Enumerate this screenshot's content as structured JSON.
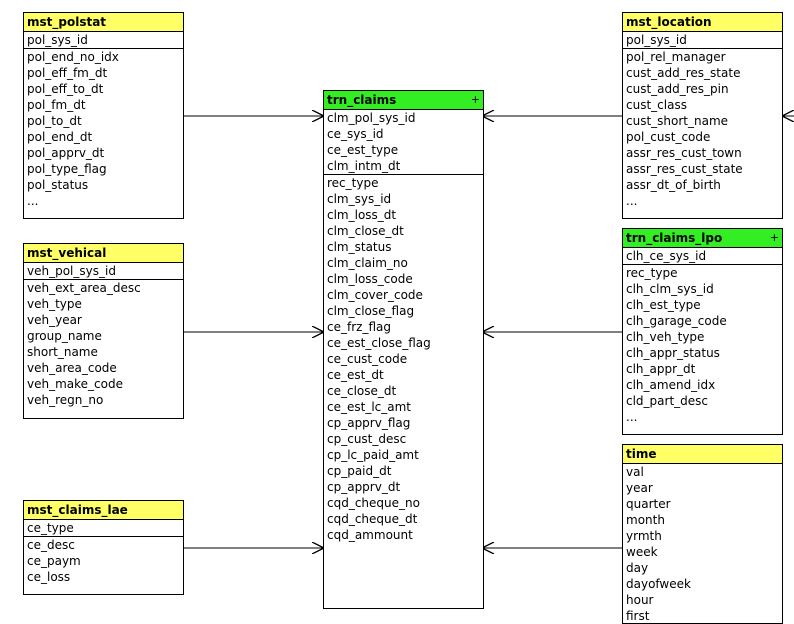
{
  "entities": {
    "mst_polstat": {
      "name": "mst_polstat",
      "keys": [
        "pol_sys_id"
      ],
      "attrs": [
        "pol_end_no_idx",
        "pol_eff_fm_dt",
        "pol_eff_to_dt",
        "pol_fm_dt",
        "pol_to_dt",
        "pol_end_dt",
        "pol_apprv_dt",
        "pol_type_flag",
        "pol_status",
        "..."
      ]
    },
    "mst_vehical": {
      "name": "mst_vehical",
      "keys": [
        "veh_pol_sys_id"
      ],
      "attrs": [
        "veh_ext_area_desc",
        "veh_type",
        "veh_year",
        "group_name",
        "short_name",
        "veh_area_code",
        "veh_make_code",
        "veh_regn_no"
      ]
    },
    "mst_claims_lae": {
      "name": "mst_claims_lae",
      "keys": [
        "ce_type"
      ],
      "attrs": [
        "ce_desc",
        "ce_paym",
        "ce_loss"
      ]
    },
    "trn_claims": {
      "name": "trn_claims",
      "plus": "+",
      "keys": [
        "clm_pol_sys_id",
        "ce_sys_id",
        "ce_est_type",
        "clm_intm_dt"
      ],
      "attrs": [
        "rec_type",
        "clm_sys_id",
        "clm_loss_dt",
        "clm_close_dt",
        "clm_status",
        "clm_claim_no",
        "clm_loss_code",
        "clm_cover_code",
        "clm_close_flag",
        "ce_frz_flag",
        "ce_est_close_flag",
        "ce_cust_code",
        "ce_est_dt",
        "ce_close_dt",
        "ce_est_lc_amt",
        "cp_apprv_flag",
        "cp_cust_desc",
        "cp_lc_paid_amt",
        "cp_paid_dt",
        "cp_apprv_dt",
        "cqd_cheque_no",
        "cqd_cheque_dt",
        "cqd_ammount"
      ]
    },
    "mst_location": {
      "name": "mst_location",
      "keys": [
        "pol_sys_id"
      ],
      "attrs": [
        "pol_rel_manager",
        "cust_add_res_state",
        "cust_add_res_pin",
        "cust_class",
        "cust_short_name",
        "pol_cust_code",
        "assr_res_cust_town",
        "assr_res_cust_state",
        "assr_dt_of_birth",
        "..."
      ]
    },
    "trn_claims_lpo": {
      "name": "trn_claims_lpo",
      "plus": "+",
      "keys": [
        "clh_ce_sys_id"
      ],
      "attrs": [
        "rec_type",
        "clh_clm_sys_id",
        "clh_est_type",
        "clh_garage_code",
        "clh_veh_type",
        "clh_appr_status",
        "clh_appr_dt",
        "clh_amend_idx",
        "cld_part_desc",
        "..."
      ]
    },
    "time": {
      "name": "time",
      "keys": [],
      "attrs": [
        "val",
        "year",
        "quarter",
        "month",
        "yrmth",
        "week",
        "day",
        "dayofweek",
        "hour",
        "first"
      ]
    }
  }
}
